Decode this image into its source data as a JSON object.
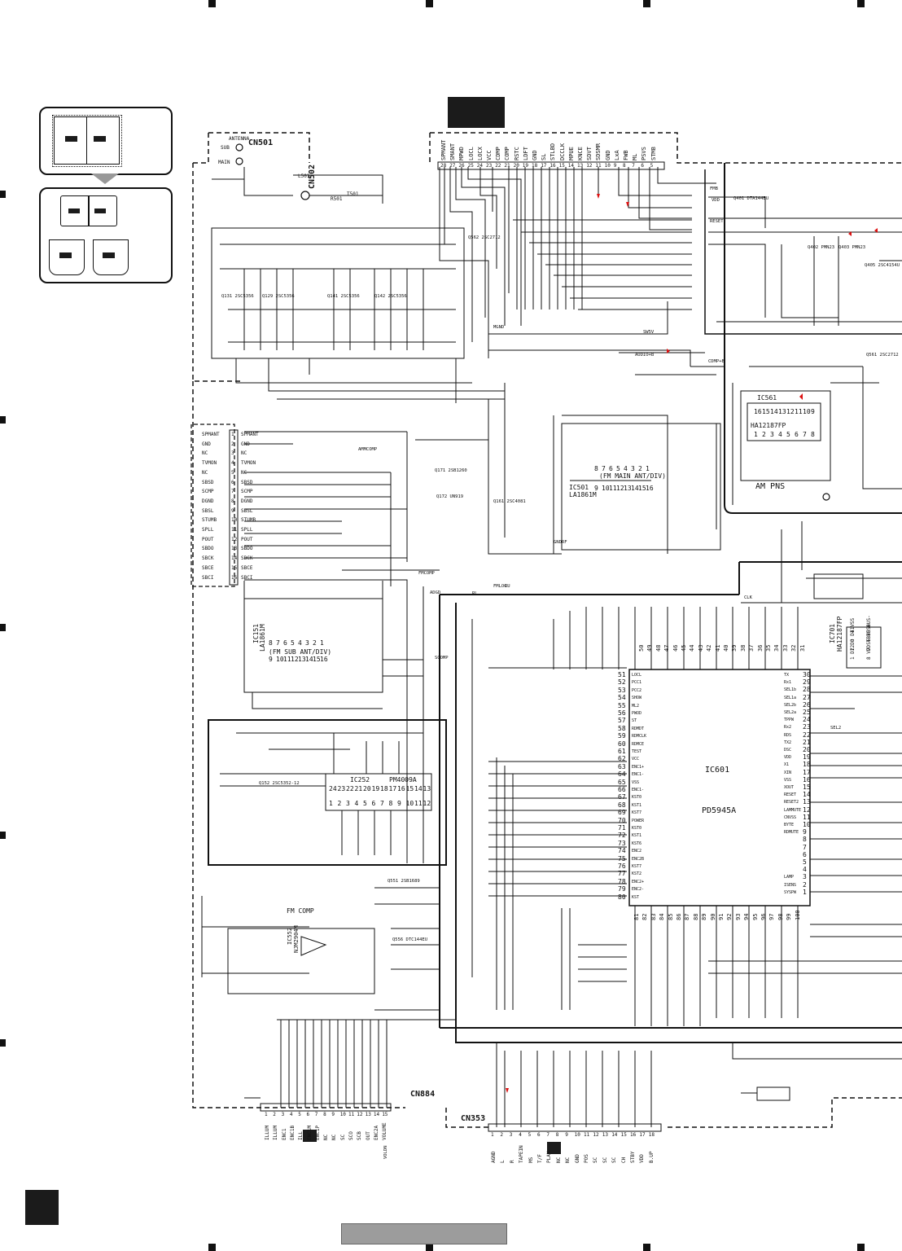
{
  "connectors": {
    "cn501": {
      "label": "CN501",
      "pins": [
        "ANTENNA",
        "SUB",
        "MAIN"
      ]
    },
    "cn502": {
      "label": "CN502"
    },
    "cn884": {
      "label": "CN884"
    },
    "cn353": {
      "label": "CN353"
    },
    "top_connector": {
      "pins": [
        "SPMANT",
        "SMANT",
        "MPWD",
        "LOCL",
        "LOCX",
        "VCC",
        "CDMP",
        "COMP",
        "RSTC",
        "LDFT",
        "GND",
        "SL",
        "STLBD",
        "DCCLK",
        "MPUE",
        "KNCE",
        "SDVT",
        "SDSMR",
        "GND",
        "LxA",
        "FWB",
        "ML",
        "PSVS",
        "STMB"
      ],
      "numbers": [
        "28",
        "27",
        "26",
        "25",
        "24",
        "23",
        "22",
        "21",
        "20",
        "19",
        "18",
        "17",
        "16",
        "15",
        "14",
        "13",
        "12",
        "11",
        "10",
        "9",
        "8",
        "7",
        "6",
        "5"
      ]
    },
    "left_connector": {
      "pins": [
        "SPMANT",
        "GND",
        "NC",
        "TVMON",
        "NC",
        "SBSD",
        "SCMP",
        "DGND",
        "SBSL",
        "STUMB",
        "SPLL",
        "POUT",
        "SBDO",
        "SBCK",
        "SBCE",
        "SBCI"
      ],
      "numbers": [
        "1",
        "2",
        "3",
        "4",
        "5",
        "6",
        "7",
        "8",
        "9",
        "10",
        "11",
        "12",
        "13",
        "14",
        "15",
        "16"
      ]
    },
    "bottom_left_connector": {
      "pins": [
        "ILLUM",
        "ILLUM",
        "ENC1",
        "ENC1B",
        "ILL",
        "ENC1M",
        "ENC1P",
        "NC",
        "NC",
        "SC",
        "SCO",
        "SCB",
        "OUT",
        "ENC2A",
        "VOLUME"
      ],
      "numbers": [
        "1",
        "2",
        "3",
        "4",
        "5",
        "6",
        "7",
        "8",
        "9",
        "10",
        "11",
        "12",
        "13",
        "14",
        "15"
      ]
    },
    "bottom_right_connector": {
      "pins": [
        "AGND",
        "L",
        "R",
        "TAPEIN",
        "MS",
        "T/F",
        "PLAY",
        "NC",
        "NC",
        "GND",
        "POS",
        "SC",
        "SC",
        "SC",
        "CH",
        "STBY",
        "VDD",
        "B.UP"
      ],
      "numbers": [
        "1",
        "2",
        "3",
        "4",
        "5",
        "6",
        "7",
        "8",
        "9",
        "10",
        "11",
        "12",
        "13",
        "14",
        "15",
        "16",
        "17",
        "18"
      ]
    }
  },
  "ics": {
    "ic601": {
      "ref": "IC601",
      "part": "PD5945A"
    },
    "ic561": {
      "ref": "IC561",
      "part": "HA12187FP",
      "note": "AM PNS"
    },
    "ic501": {
      "ref": "IC501",
      "part": "LA1861M",
      "note": "(FM MAIN ANT/DIV)"
    },
    "ic151": {
      "ref": "IC151",
      "part": "LA1861M",
      "note": "(FM SUB ANT/DIV)"
    },
    "ic252": {
      "ref": "IC252",
      "part": "PM4009A"
    },
    "ic552": {
      "ref": "IC552",
      "part": "NJM2904M",
      "title": "FM COMP"
    },
    "ic701": {
      "ref": "IC701",
      "part": "HA12187FP"
    }
  },
  "ic601_left_pins": [
    "51",
    "52",
    "53",
    "54",
    "55",
    "56",
    "57",
    "58",
    "59",
    "60",
    "61",
    "62",
    "63",
    "64",
    "65",
    "66",
    "67",
    "68",
    "69",
    "70",
    "71",
    "72",
    "73",
    "74",
    "75",
    "76",
    "77",
    "78",
    "79",
    "80"
  ],
  "ic601_left_signals": [
    "LOCL",
    "PCC1",
    "PCC2",
    "SHOW",
    "ML2",
    "PWOD",
    "ST",
    "RDMDT",
    "RDMCLK",
    "RDMCE",
    "TEST",
    "VCC",
    "ENC1+",
    "ENC1-",
    "VSS",
    "ENC1-",
    "KST0",
    "KST1",
    "KST7",
    "POWER",
    "KST0",
    "KST1",
    "KST6",
    "ENC2",
    "ENC2B",
    "KST7",
    "KST2",
    "ENC2+",
    "ENC2-",
    "KST"
  ],
  "ic601_right_pins": [
    "30",
    "29",
    "28",
    "27",
    "26",
    "25",
    "24",
    "23",
    "22",
    "21",
    "20",
    "19",
    "18",
    "17",
    "16",
    "15",
    "14",
    "13",
    "12",
    "11",
    "10",
    "9",
    "8",
    "7",
    "6",
    "5",
    "4",
    "3",
    "2",
    "1"
  ],
  "ic601_right_signals": [
    "TX",
    "Rx1",
    "SEL1b",
    "SEL1a",
    "SEL2b",
    "SEL2a",
    "TPPW",
    "Rx2",
    "RDS",
    "TX2",
    "DSC",
    "VDD",
    "X1",
    "XIN",
    "VSS",
    "XOUT",
    "RESET",
    "RESET2",
    "LAMMUTE",
    "CNVSS",
    "BYTE",
    "RDMUTE",
    "",
    "",
    "",
    "",
    "",
    "LAMP",
    "ISENS",
    "SYSPW"
  ],
  "ic601_top_pins": [
    "50",
    "49",
    "48",
    "47",
    "46",
    "45",
    "44",
    "43",
    "42",
    "41",
    "40",
    "39",
    "38",
    "37",
    "36",
    "35",
    "34",
    "33",
    "32",
    "31"
  ],
  "ic601_bottom_pins": [
    "81",
    "82",
    "83",
    "84",
    "85",
    "86",
    "87",
    "88",
    "89",
    "90",
    "91",
    "92",
    "93",
    "94",
    "95",
    "96",
    "97",
    "98",
    "99",
    "100"
  ],
  "ic561_pins_top": [
    "16",
    "15",
    "14",
    "13",
    "12",
    "11",
    "10",
    "9"
  ],
  "ic561_pins_bottom": [
    "1",
    "2",
    "3",
    "4",
    "5",
    "6",
    "7",
    "8"
  ],
  "ic252_pins_top": [
    "24",
    "23",
    "22",
    "21",
    "20",
    "19",
    "18",
    "17",
    "16",
    "15",
    "14",
    "13"
  ],
  "ic252_pins_bottom": [
    "1",
    "2",
    "3",
    "4",
    "5",
    "6",
    "7",
    "8",
    "9",
    "10",
    "11",
    "12"
  ],
  "ic501_pins_top": [
    "8",
    "7",
    "6",
    "5",
    "4",
    "3",
    "2",
    "1"
  ],
  "ic501_pins_bottom": [
    "9",
    "10",
    "11",
    "12",
    "13",
    "14",
    "15",
    "16"
  ],
  "ic151_pins_top": [
    "8",
    "7",
    "6",
    "5",
    "4",
    "3",
    "2",
    "1"
  ],
  "ic151_pins_bottom": [
    "9",
    "10",
    "11",
    "12",
    "13",
    "14",
    "15",
    "16"
  ],
  "ic701_pins": [
    "1 DI2",
    "2 DO",
    "3 DI1",
    "4 VSS",
    "8 VDD",
    "7 STBY",
    "6 BUS+",
    "5 BUS-"
  ],
  "transistors": [
    "Q131 2SC5356",
    "Q129 2SC5356",
    "Q141 2SC5356",
    "Q142 2SC5356",
    "Q562 2SC2712",
    "Q561 2SC2712",
    "Q551 2SB1689",
    "Q556 DTC144EU",
    "Q401 DTA144EU",
    "Q402 PMN23",
    "Q403 PMN23",
    "Q405 2SC4154U",
    "Q171 2SB1260",
    "Q172 UN919",
    "Q161 2SC4081",
    "Q152 2SC5352-12"
  ],
  "misc_labels": {
    "am_pns": "AM PNS",
    "fm_comp": "FM COMP",
    "l501": "L501",
    "t501": "T501",
    "r501": "R501",
    "mute": "VOLDN"
  },
  "nets": [
    "AUDIO+B",
    "SW5V",
    "FMB",
    "VDD",
    "RESET",
    "CLK",
    "SEL2",
    "FMCOMP",
    "SCOMP",
    "ADGD",
    "CDMP+B",
    "FMLOC",
    "RU",
    "RL",
    "AMMCOMP",
    "GNDRF",
    "MGND"
  ]
}
